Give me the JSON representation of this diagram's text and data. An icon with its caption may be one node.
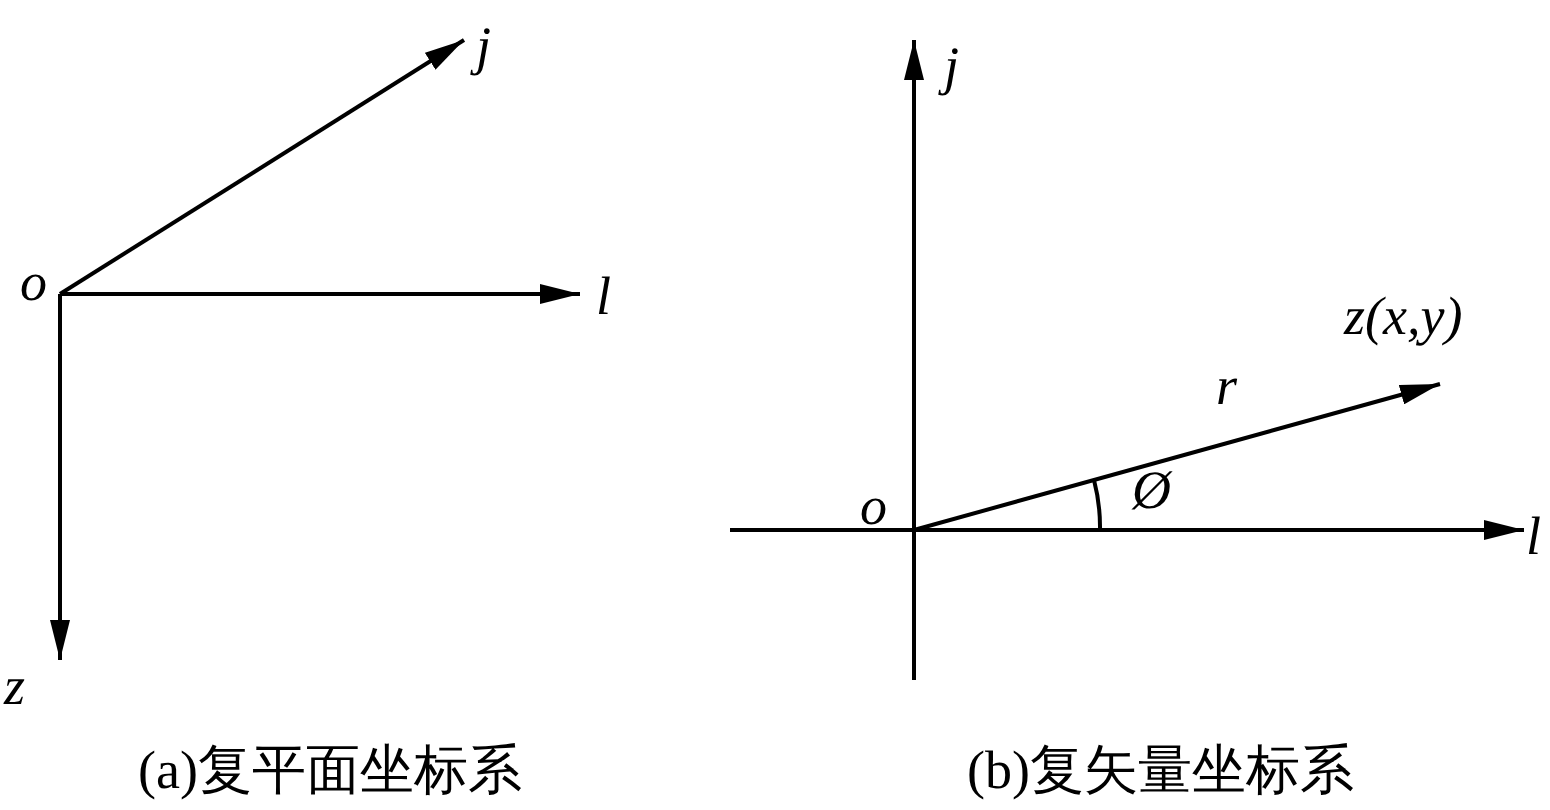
{
  "diagram": {
    "labels": [
      "o",
      "j",
      "l",
      "z",
      "(a)复平面坐标系",
      "j",
      "z(x,y)",
      "r",
      "o",
      "Ø",
      "l",
      "(b)复矢量坐标系"
    ]
  }
}
